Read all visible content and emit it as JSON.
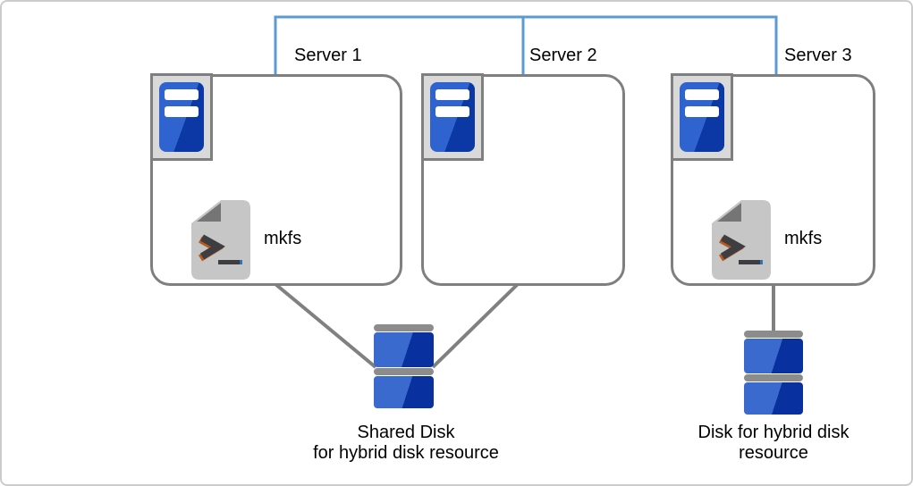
{
  "servers": [
    {
      "name": "Server 1",
      "script": "mkfs"
    },
    {
      "name": "Server 2"
    },
    {
      "name": "Server 3",
      "script": "mkfs"
    }
  ],
  "disks": [
    {
      "line1": "Shared Disk",
      "line2": "for hybrid disk resource"
    },
    {
      "line1": "Disk for hybrid disk",
      "line2": "resource"
    }
  ],
  "connections": {
    "network_interconnect": [
      "Server 1",
      "Server 2",
      "Server 3"
    ],
    "shared_disk": [
      "Server 1",
      "Server 2"
    ],
    "hybrid_disk": [
      "Server 3"
    ]
  },
  "colors": {
    "network_line": "#5B9BD5",
    "connector_line": "#808080",
    "box_border": "#7F7F7F",
    "icon_frame_gray": "#D9D9D9",
    "server_blue_light": "#2F63CF",
    "server_blue_dark": "#0B38A4",
    "disk_blue_light": "#3A6ACE",
    "disk_blue_dark": "#08309E",
    "disk_bar_gray": "#8C8C8C",
    "script_body_gray": "#C6C6C6",
    "script_fold_gray": "#757575",
    "page_border": "#CCCCCC"
  }
}
